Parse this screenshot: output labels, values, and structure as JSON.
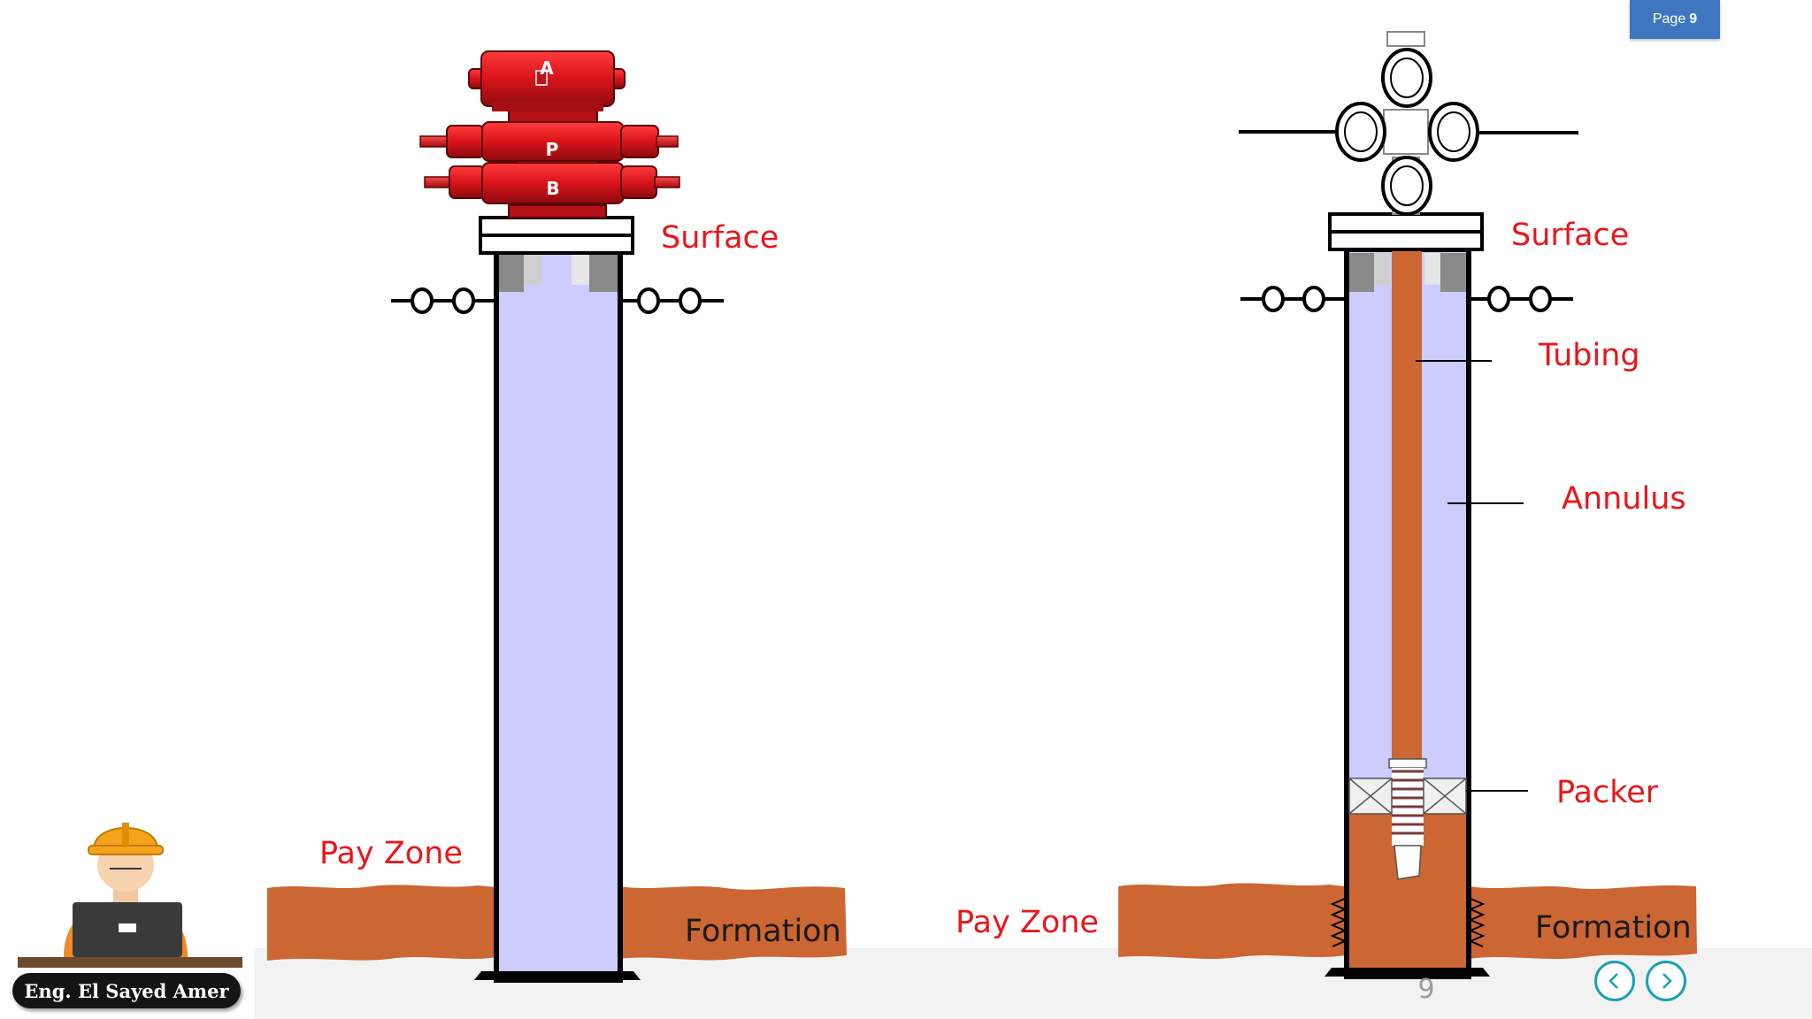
{
  "header": {
    "page_tag_label": "Page",
    "page_tag_number": "9"
  },
  "left_well": {
    "bop_labels": [
      "A",
      "P",
      "B"
    ],
    "surface_label": "Surface",
    "pay_zone_label": "Pay Zone",
    "formation_label": "Formation"
  },
  "right_well": {
    "surface_label": "Surface",
    "tubing_label": "Tubing",
    "annulus_label": "Annulus",
    "packer_label": "Packer",
    "pay_zone_label": "Pay Zone",
    "formation_label": "Formation"
  },
  "footer": {
    "slide_number": "9",
    "author": "Eng. El Sayed Amer"
  },
  "colors": {
    "bop_red": "#d8141a",
    "casing_fluid": "#ccccff",
    "formation": "#cc6633",
    "label_red": "#e8171b",
    "nav_accent": "#1aa0b8"
  },
  "icons": [
    "previous-slide-icon",
    "next-slide-icon",
    "engineer-avatar-icon"
  ]
}
